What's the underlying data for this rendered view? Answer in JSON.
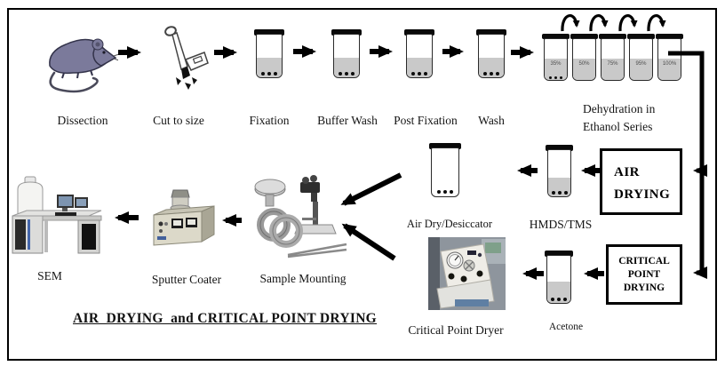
{
  "title": "AIR  DRYING  and CRITICAL POINT DRYING",
  "top_row": {
    "dissection_label": "Dissection",
    "cut_label": "Cut to size",
    "fixation_label": "Fixation",
    "buffer_wash_label": "Buffer Wash",
    "post_fixation_label": "Post Fixation",
    "wash_label": "Wash",
    "dehydration_label_line1": "Dehydration in",
    "dehydration_label_line2": "Ethanol Series",
    "ethanol_series": [
      "35%",
      "50%",
      "75%",
      "95%",
      "100%"
    ]
  },
  "air_path": {
    "box_line1": "AIR",
    "box_line2": "DRYING",
    "hmds_label": "HMDS/TMS",
    "desiccator_label": "Air Dry/Desiccator"
  },
  "cpd_path": {
    "box_line1": "CRITICAL",
    "box_line2": "POINT",
    "box_line3": "DRYING",
    "acetone_label": "Acetone",
    "dryer_label": "Critical Point Dryer"
  },
  "output_row": {
    "sample_mounting_label": "Sample Mounting",
    "sputter_coater_label": "Sputter Coater",
    "sem_label": "SEM"
  },
  "colors": {
    "arrow": "#000000",
    "liquid": "#c9c9c9",
    "mouse_body": "#7b7a9b",
    "frame_border": "#000000"
  }
}
